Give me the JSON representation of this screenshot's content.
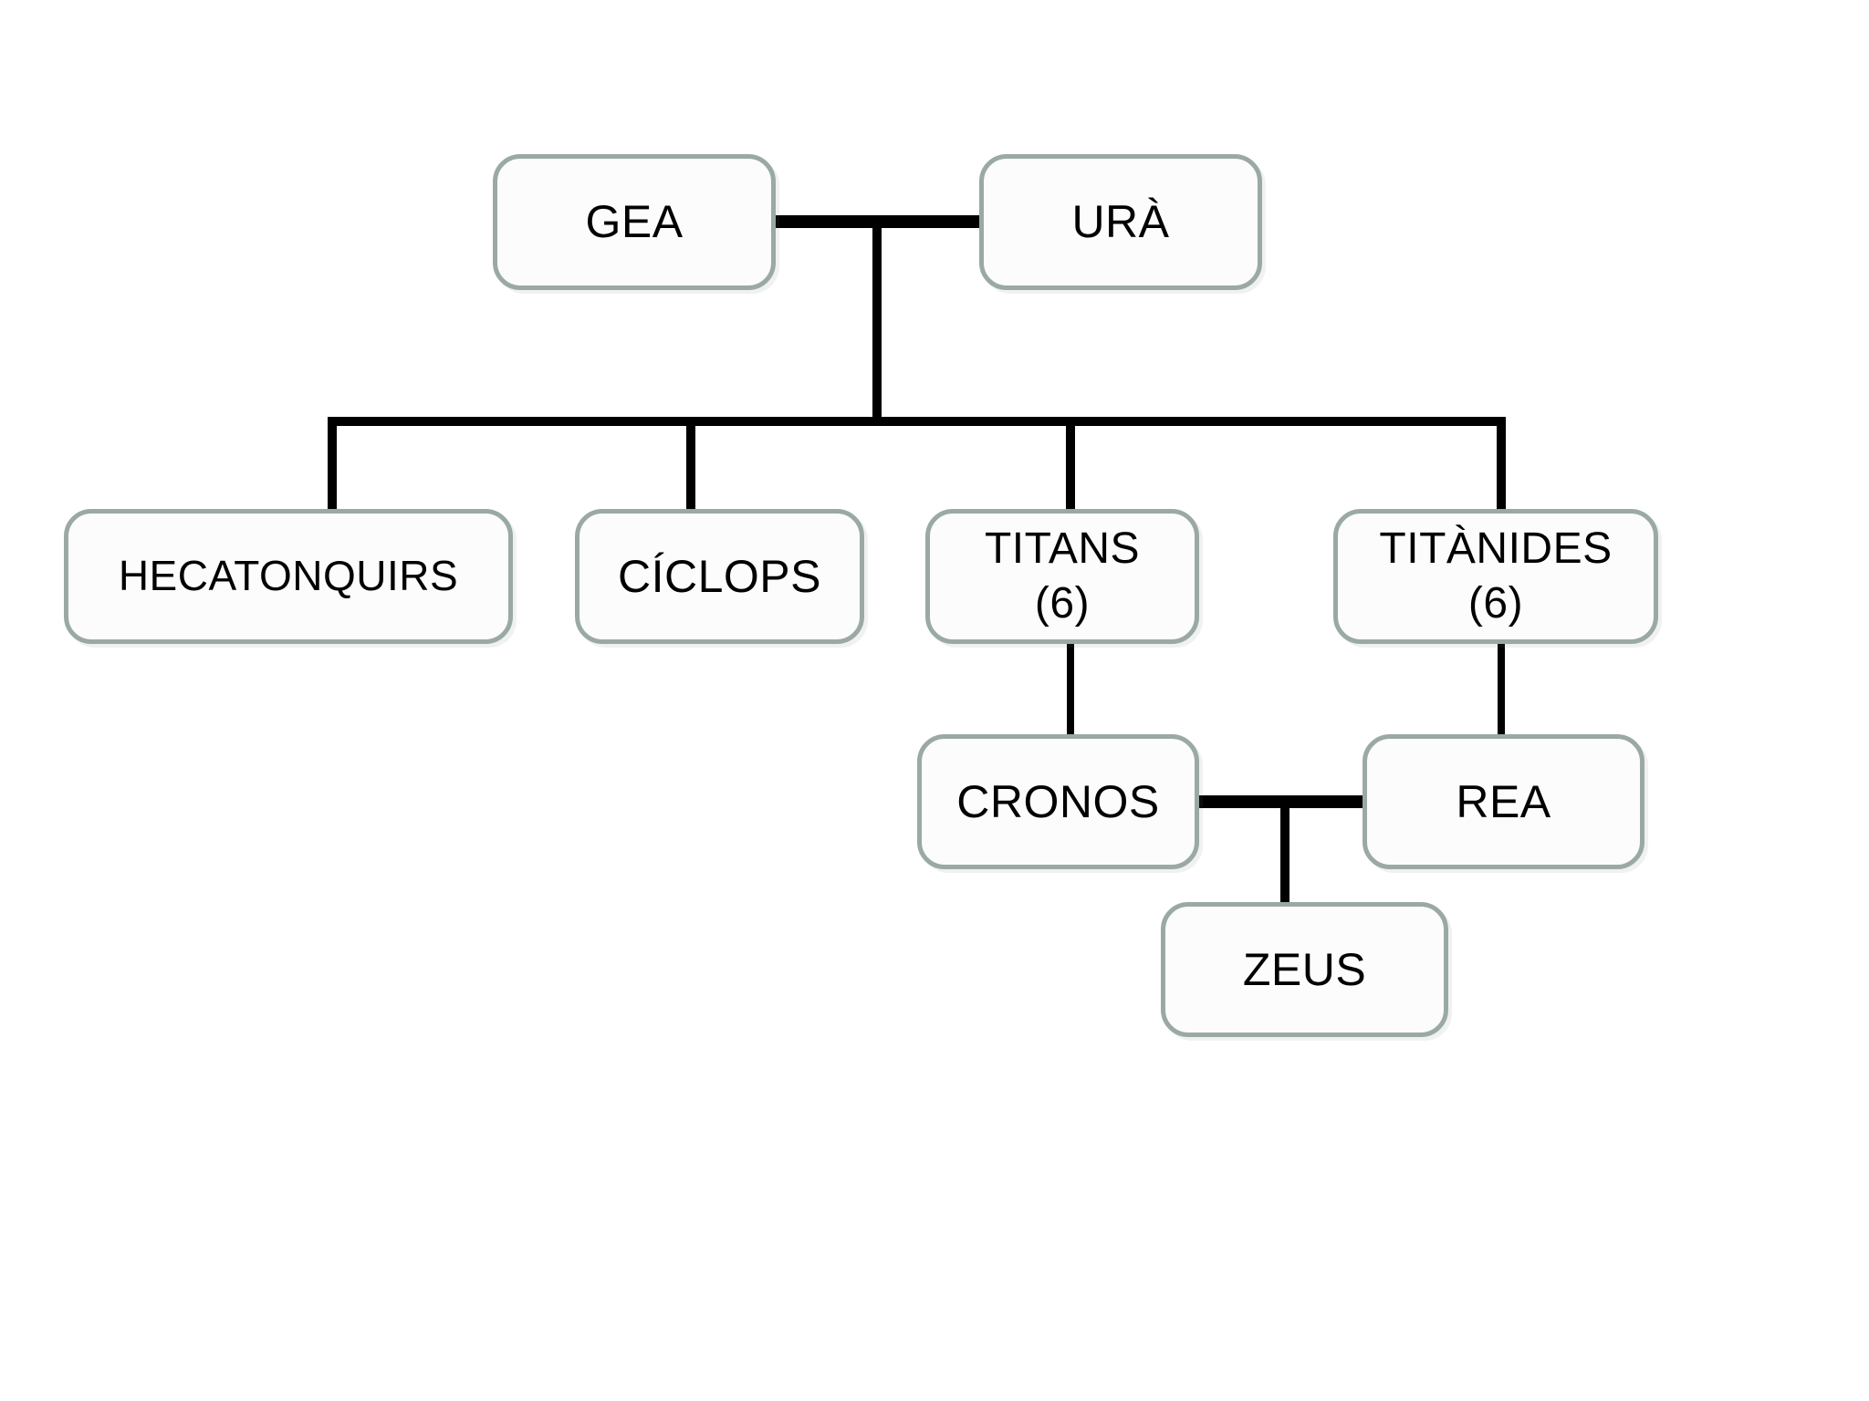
{
  "diagram": {
    "type": "family-tree",
    "topic": "Greek mythology genealogy of Gea and Urà",
    "nodes": [
      {
        "id": "gea",
        "label": "GEA"
      },
      {
        "id": "ura",
        "label": "URÀ"
      },
      {
        "id": "hecatonquirs",
        "label": "HECATONQUIRS"
      },
      {
        "id": "ciclops",
        "label": "CÍCLOPS"
      },
      {
        "id": "titans",
        "label": "TITANS",
        "sublabel": "(6)"
      },
      {
        "id": "titanides",
        "label": "TITÀNIDES",
        "sublabel": "(6)"
      },
      {
        "id": "cronos",
        "label": "CRONOS"
      },
      {
        "id": "rea",
        "label": "REA"
      },
      {
        "id": "zeus",
        "label": "ZEUS"
      }
    ],
    "edges": [
      {
        "type": "union",
        "between": [
          "GEA",
          "URÀ"
        ]
      },
      {
        "type": "children",
        "of": "GEA + URÀ",
        "nodes": [
          "HECATONQUIRS",
          "CÍCLOPS",
          "TITANS",
          "TITÀNIDES"
        ]
      },
      {
        "type": "descent",
        "from": "TITANS",
        "to": "CRONOS"
      },
      {
        "type": "descent",
        "from": "TITÀNIDES",
        "to": "REA"
      },
      {
        "type": "union",
        "between": [
          "CRONOS",
          "REA"
        ]
      },
      {
        "type": "children",
        "of": "CRONOS + REA",
        "nodes": [
          "ZEUS"
        ]
      }
    ],
    "colors": {
      "box_border": "#9aa9a5",
      "box_fill": "#fbfcfb",
      "line": "#000000",
      "text": "#000000",
      "background": "#ffffff"
    }
  }
}
